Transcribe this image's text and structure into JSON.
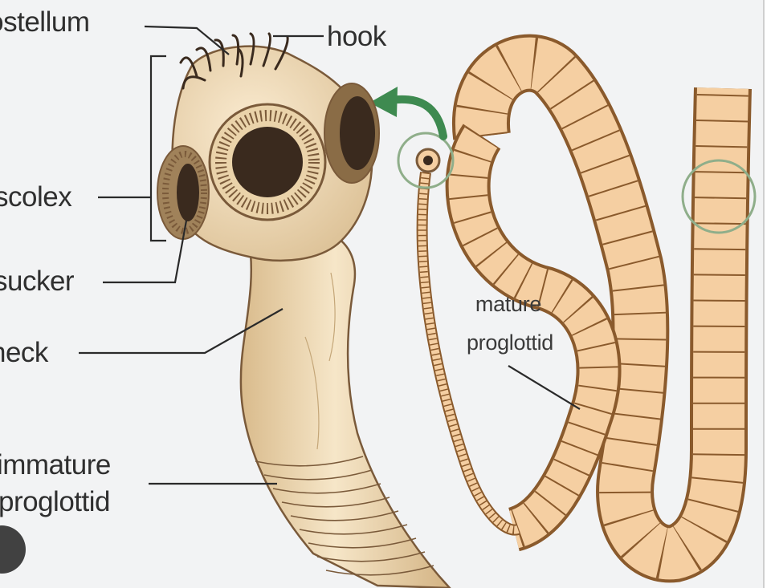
{
  "labels": {
    "rostellum": "rostellum",
    "hook": "hook",
    "scolex": "scolex",
    "sucker": "sucker",
    "neck": "neck",
    "immature_line1": "immature",
    "immature_line2": "proglottid",
    "mature_line1": "mature",
    "mature_line2": "proglottid"
  },
  "colors": {
    "background": "#f2f3f4",
    "body_fill": "#ecd7b0",
    "body_outline": "#7a5a3a",
    "segment_fill": "#f5cfa2",
    "segment_outline": "#8a5a2c",
    "sucker_dark": "#3a2a1e",
    "arrow": "#3e8a50",
    "circle_highlight": "#8fae8a",
    "leader_line": "#2a2a2a"
  },
  "icons": {
    "arrow": "curved-arrow-icon",
    "overlay_button": "circle-button-icon"
  }
}
